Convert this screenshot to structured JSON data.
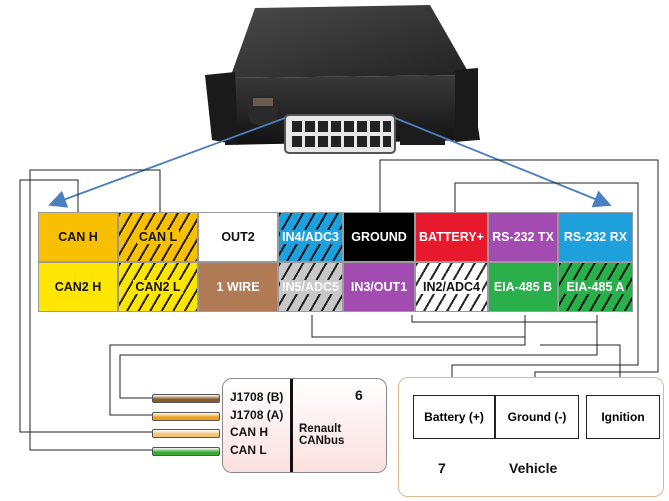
{
  "connector_pins": {
    "row1": [
      {
        "label": "CAN H",
        "color": "#f8c000",
        "text_color": "#111111",
        "striped": false
      },
      {
        "label": "CAN L",
        "color": "#f8c000",
        "text_color": "#111111",
        "striped": true
      },
      {
        "label": "OUT2",
        "color": "#ffffff",
        "text_color": "#111111",
        "striped": false
      },
      {
        "label": "IN4/ADC3",
        "color": "#1ea0dc",
        "text_color": "#ffffff",
        "striped": true
      },
      {
        "label": "GROUND",
        "color": "#000000",
        "text_color": "#ffffff",
        "striped": false
      },
      {
        "label": "BATTERY+",
        "color": "#e8192c",
        "text_color": "#ffffff",
        "striped": false
      },
      {
        "label": "RS-232 TX",
        "color": "#a24bb0",
        "text_color": "#ffffff",
        "striped": false
      },
      {
        "label": "RS-232 RX",
        "color": "#1ea0dc",
        "text_color": "#ffffff",
        "striped": false
      }
    ],
    "row2": [
      {
        "label": "CAN2 H",
        "color": "#ffe600",
        "text_color": "#111111",
        "striped": false
      },
      {
        "label": "CAN2 L",
        "color": "#ffe600",
        "text_color": "#111111",
        "striped": true
      },
      {
        "label": "1 WIRE",
        "color": "#b07a55",
        "text_color": "#ffffff",
        "striped": false
      },
      {
        "label": "IN5/ADC5",
        "color": "#c8c8c8",
        "text_color": "#ffffff",
        "striped": true
      },
      {
        "label": "IN3/OUT1",
        "color": "#a24bb0",
        "text_color": "#ffffff",
        "striped": false
      },
      {
        "label": "IN2/ADC4",
        "color": "#ffffff",
        "text_color": "#111111",
        "striped": true
      },
      {
        "label": "EIA-485 B",
        "color": "#2ab04a",
        "text_color": "#ffffff",
        "striped": false
      },
      {
        "label": "EIA-485 A",
        "color": "#2ab04a",
        "text_color": "#ffffff",
        "striped": true
      }
    ]
  },
  "canbus_module": {
    "number": "6",
    "name": "Renault CANbus",
    "wires": [
      {
        "label": "J1708 (B)",
        "color": "#8b5a2b"
      },
      {
        "label": "J1708 (A)",
        "color": "#f0a020"
      },
      {
        "label": "CAN H",
        "color": "#f5c27a"
      },
      {
        "label": "CAN L",
        "color": "#3aaa35"
      }
    ]
  },
  "vehicle": {
    "number": "7",
    "name": "Vehicle",
    "terminals": [
      "Battery (+)",
      "Ground (-)",
      "Ignition"
    ]
  },
  "colors": {
    "arrow": "#4a7fc0",
    "module_fill": "#fbe0e0",
    "vehicle_border": "#e0b890"
  }
}
